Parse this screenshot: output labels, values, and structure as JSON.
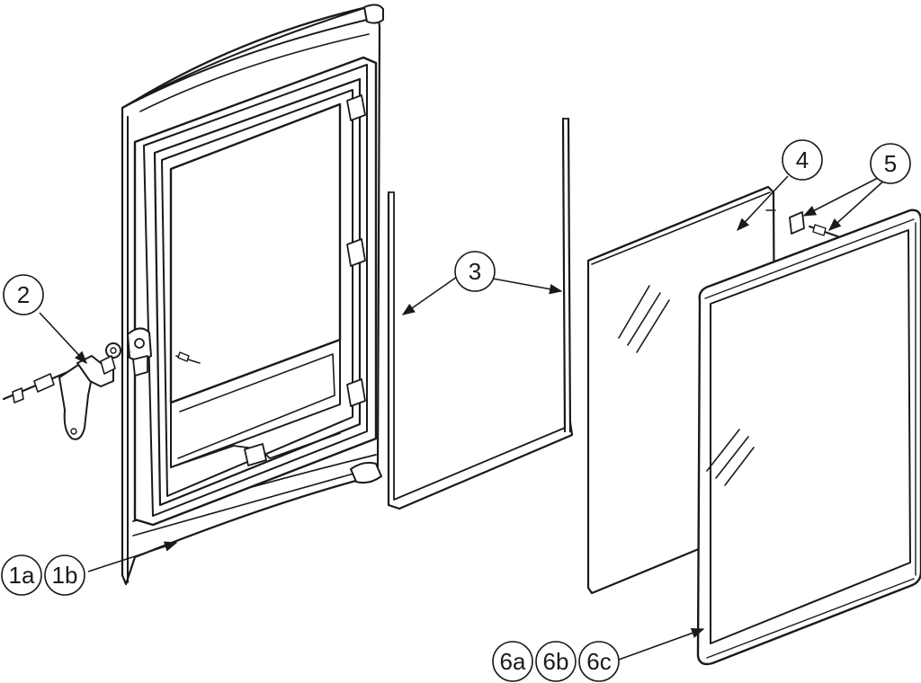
{
  "callouts": {
    "door": [
      "1a",
      "1b"
    ],
    "latch": "2",
    "gasket": "3",
    "glass": "4",
    "clips": "5",
    "frame": [
      "6a",
      "6b",
      "6c"
    ]
  }
}
